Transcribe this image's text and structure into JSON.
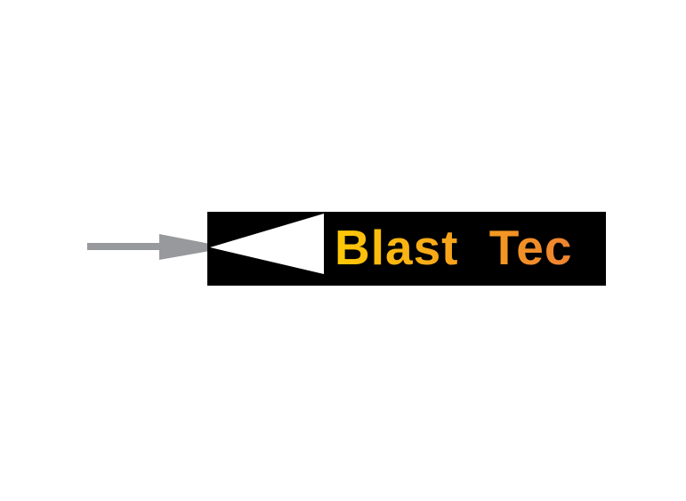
{
  "page": {
    "background_color": "#ffffff"
  },
  "logo": {
    "word_1": "Blast",
    "word_2": "Tec",
    "colors": {
      "plate": "#000000",
      "text_gradient_start": "#ffc907",
      "text_gradient_end": "#ef8230",
      "nozzle_gray": "#97999c",
      "cone_white": "#ffffff"
    },
    "icons": [
      "nozzle-rod",
      "nozzle-tip-icon",
      "blast-cone-icon"
    ]
  }
}
